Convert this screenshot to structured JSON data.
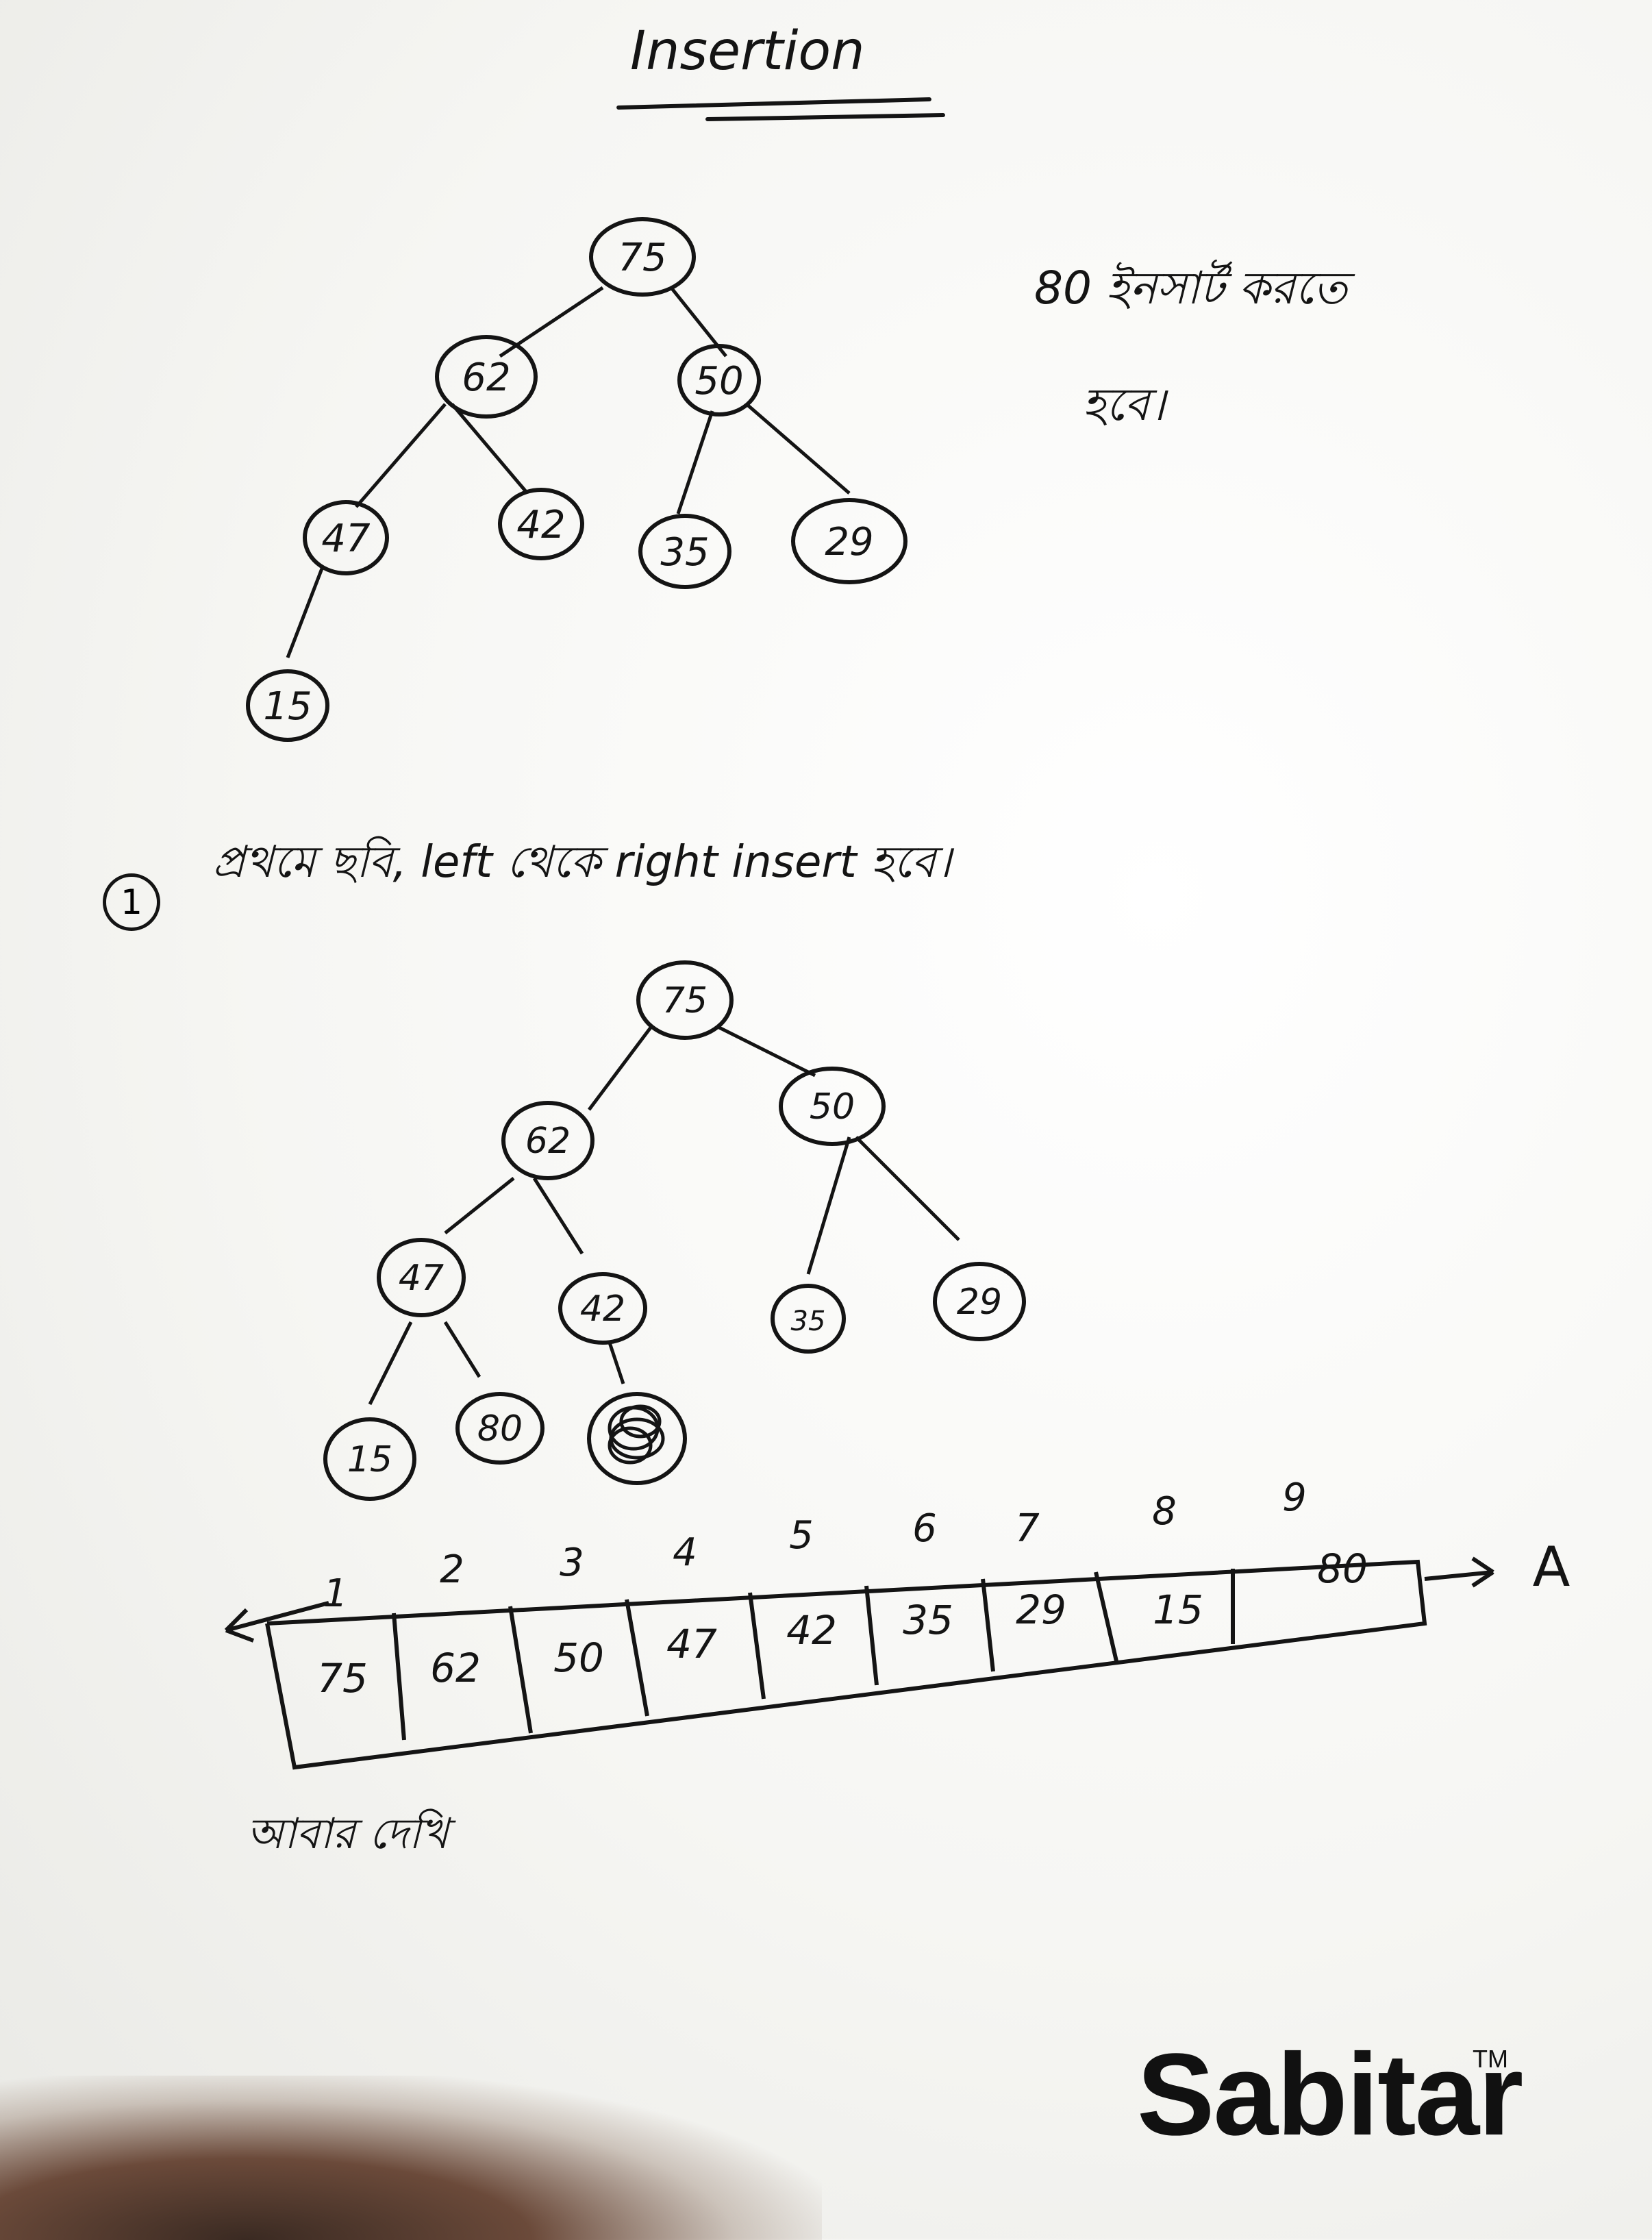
{
  "title": "Insertion",
  "note_top": "80 ইনসার্ট করতে",
  "note_top_2": "হবে।",
  "step_number": "1",
  "step_text": "প্রথমে ছবি, left থেকে right insert হবে।",
  "footer_note": "আবার দেখি",
  "brand": "Sabitar",
  "brand_tm": "TM",
  "tree1": {
    "nodes": [
      "75",
      "62",
      "50",
      "47",
      "42",
      "35",
      "29",
      "15"
    ]
  },
  "tree2": {
    "nodes": [
      "75",
      "62",
      "50",
      "47",
      "42",
      "35",
      "29",
      "15",
      "80",
      ""
    ]
  },
  "array": {
    "indices": [
      "1",
      "2",
      "3",
      "4",
      "5",
      "6",
      "7",
      "8",
      "9"
    ],
    "values": [
      "75",
      "62",
      "50",
      "47",
      "42",
      "35",
      "29",
      "15",
      "80"
    ],
    "label": "A"
  }
}
